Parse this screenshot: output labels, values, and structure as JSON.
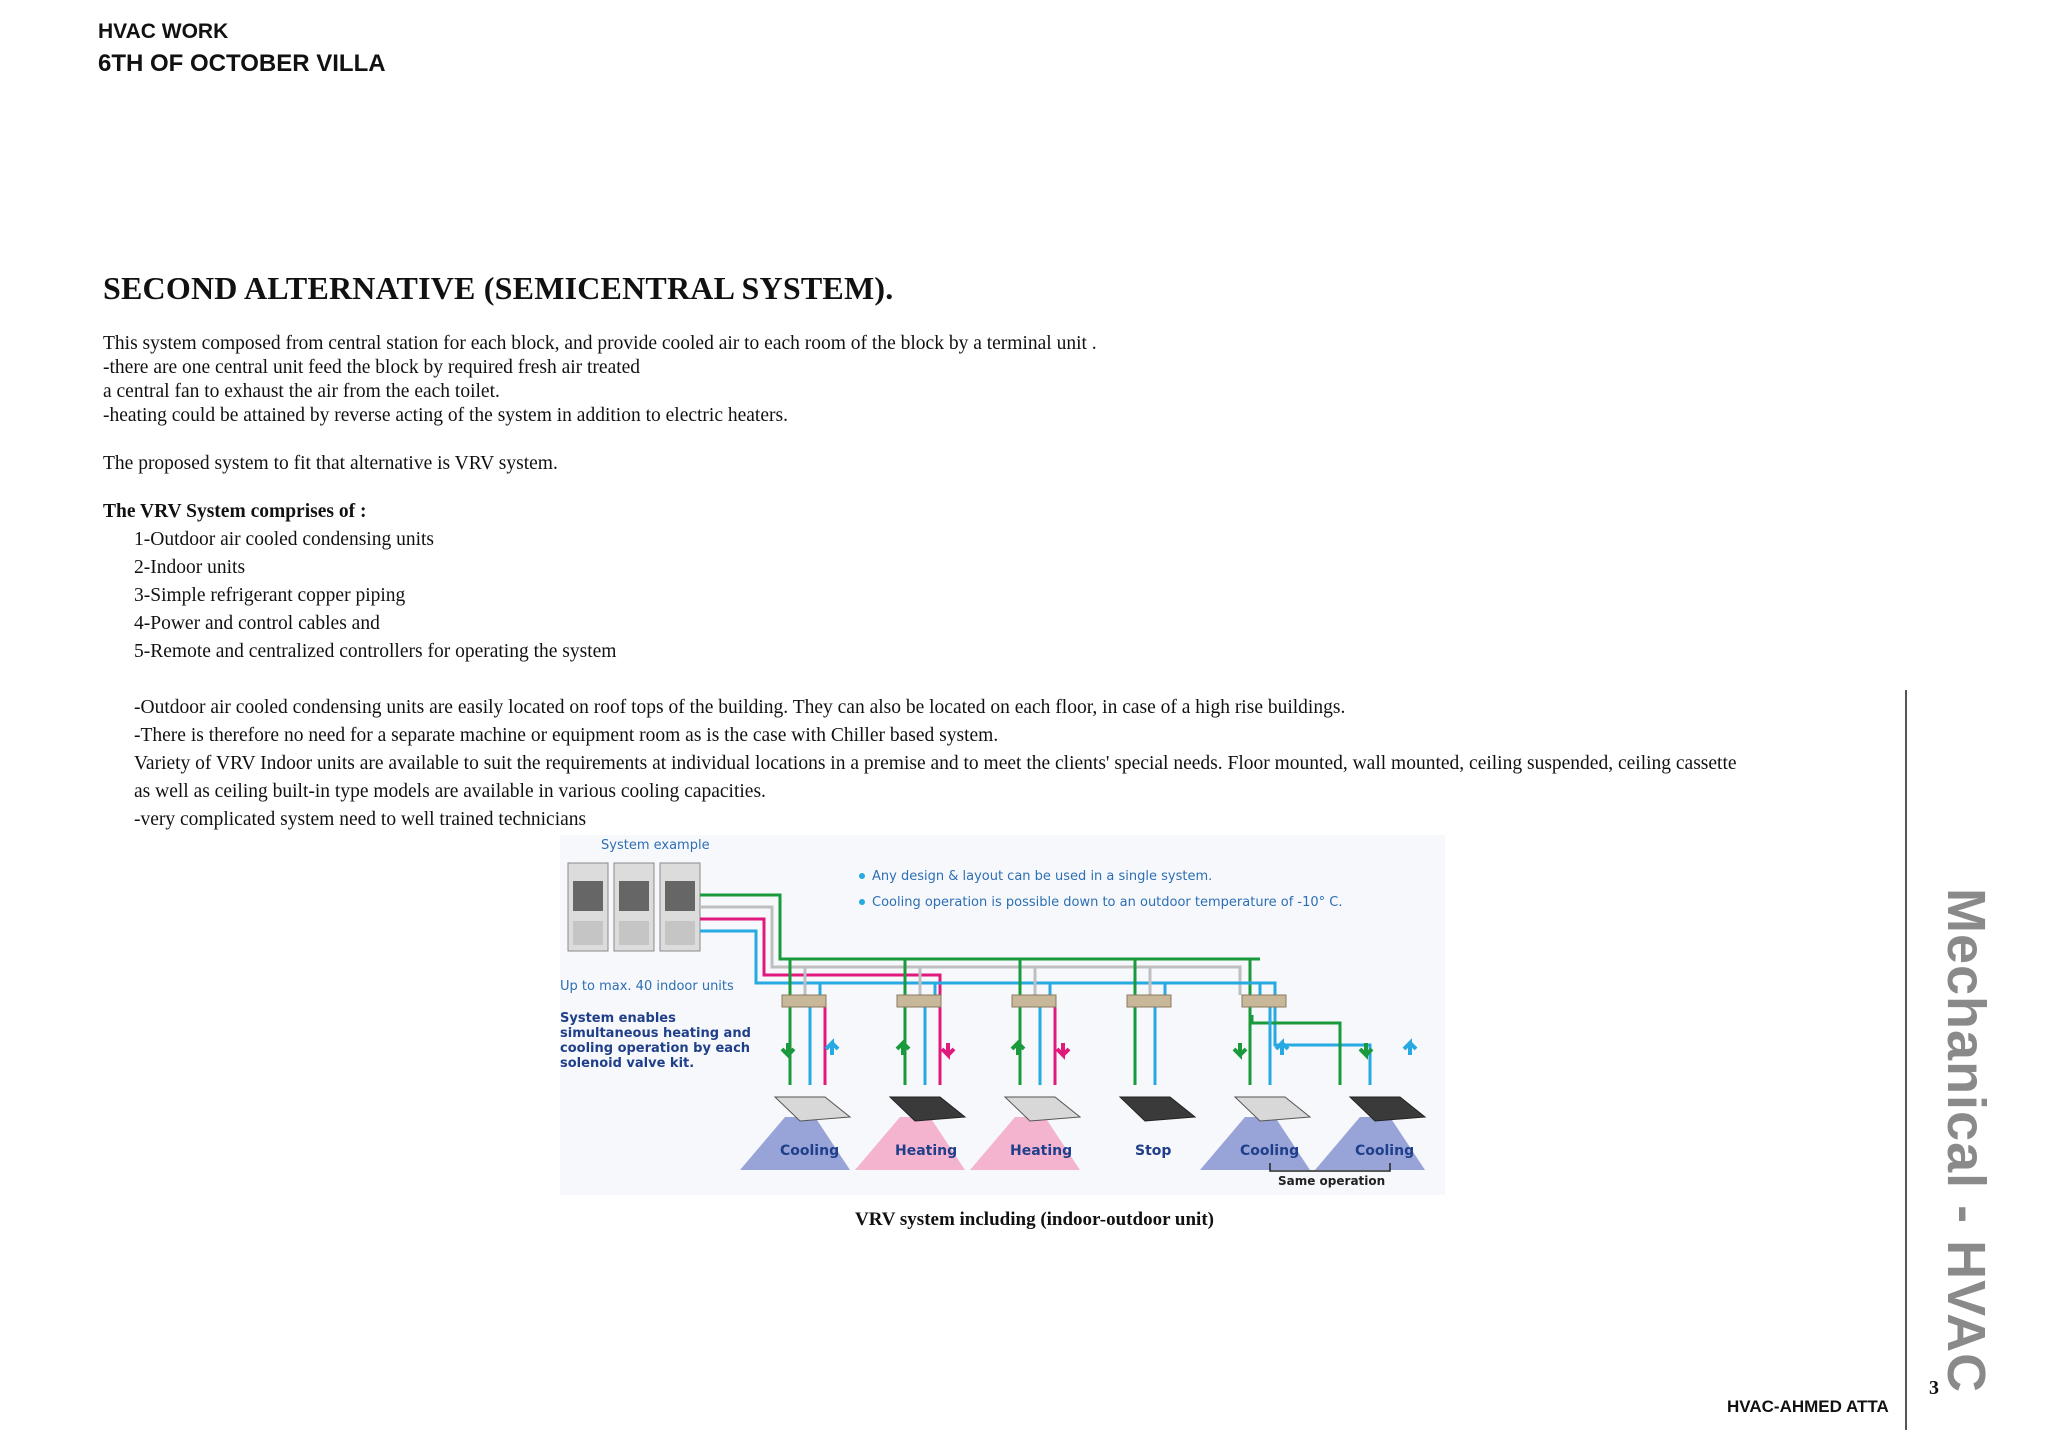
{
  "header": {
    "line1": "HVAC WORK",
    "line2": "6TH OF OCTOBER VILLA"
  },
  "title": "SECOND ALTERNATIVE (SEMICENTRAL SYSTEM).",
  "intro": [
    "This system composed from central station for each block, and provide cooled air to each room of the block by a terminal unit .",
    "-there are one central unit feed the block by required fresh air treated",
    "a central fan to exhaust the air from the each toilet.",
    "-heating could be attained by reverse acting of the system in addition to electric heaters."
  ],
  "proposed": "The proposed system to fit that alternative is VRV system.",
  "comprises_heading": "The VRV System comprises of :",
  "comprises_items": [
    "1-Outdoor air cooled condensing units",
    "2-Indoor units",
    "3-Simple refrigerant copper piping",
    "4-Power and control cables and",
    "5-Remote and centralized controllers for operating the system"
  ],
  "notes": [
    "-Outdoor air cooled condensing units are easily located on roof tops of the building. They can also be located on each floor, in case of a high rise buildings.",
    "-There is therefore no need for a separate machine or equipment room as is the case with Chiller based system.",
    "Variety of VRV Indoor  units are available to suit the requirements at individual locations in a premise and to meet the clients' special needs. Floor mounted, wall mounted, ceiling suspended, ceiling cassette",
    "as well as ceiling built-in type models are available in various cooling capacities.",
    "-very complicated system need to well trained technicians"
  ],
  "diagram": {
    "heading": "System example",
    "bullets": [
      "Any design & layout can be used in a single system.",
      "Cooling operation is possible down to an outdoor temperature of -10° C."
    ],
    "max_units": "Up to max. 40 indoor units",
    "enables": [
      "System enables",
      "simultaneous heating and",
      "cooling operation by each",
      "solenoid valve kit."
    ],
    "units": [
      {
        "label": "Cooling",
        "mode": "cool"
      },
      {
        "label": "Heating",
        "mode": "heat"
      },
      {
        "label": "Heating",
        "mode": "heat"
      },
      {
        "label": "Stop",
        "mode": "stop"
      },
      {
        "label": "Cooling",
        "mode": "cool"
      },
      {
        "label": "Cooling",
        "mode": "cool"
      }
    ],
    "same_operation": "Same operation",
    "colors": {
      "green": "#1a9a3c",
      "magenta": "#e0197d",
      "blue": "#27a9e1",
      "gray": "#bfbfbf",
      "navy": "#1f3f8a",
      "cool_fill": "#7f8fd0",
      "heat_fill": "#f3a8c8"
    }
  },
  "caption": "VRV system including (indoor-outdoor unit)",
  "side_label": "Mechanical - HVAC",
  "page_number": "3",
  "footer": "HVAC-AHMED ATTA"
}
